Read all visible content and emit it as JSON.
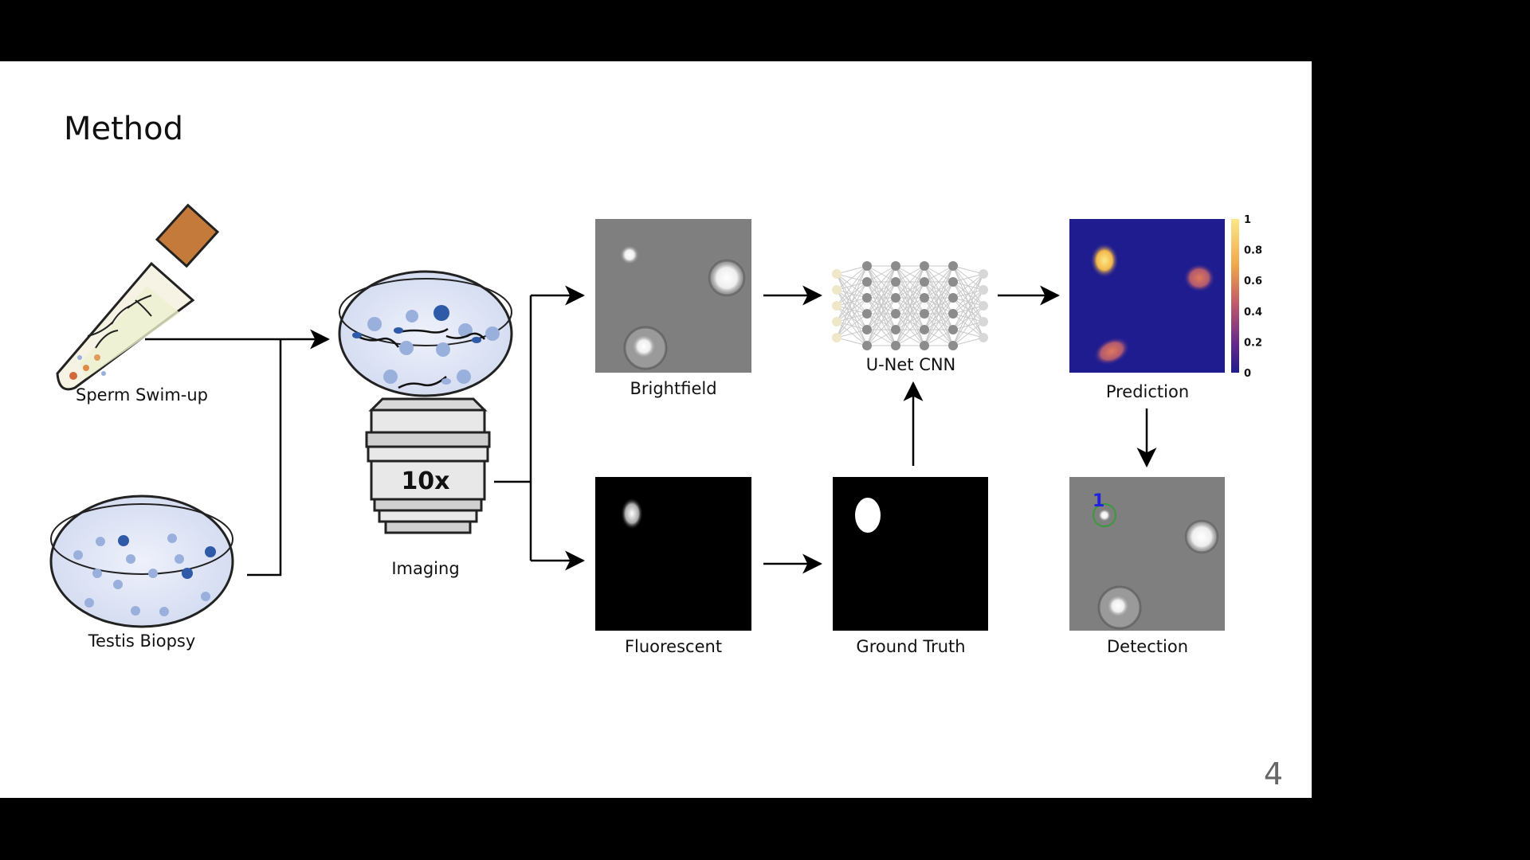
{
  "slide": {
    "title": "Method",
    "page_number": "4"
  },
  "labels": {
    "sperm_swim_up": "Sperm Swim-up",
    "testis_biopsy": "Testis Biopsy",
    "imaging": "Imaging",
    "objective": "10x",
    "brightfield": "Brightfield",
    "fluorescent": "Fluorescent",
    "unet": "U-Net CNN",
    "ground_truth": "Ground Truth",
    "prediction": "Prediction",
    "detection": "Detection",
    "detection_marker": "1"
  },
  "colorbar": {
    "ticks": [
      "1",
      "0.8",
      "0.6",
      "0.4",
      "0.2",
      "0"
    ]
  },
  "colors": {
    "tube_cap": "#c47a3a",
    "cell_blue": "#6d86c8",
    "dark_cell": "#2e5aa8",
    "prediction_bg": "#1f1c8f",
    "prediction_hot": "#f2c14a",
    "marker": "#2020e0"
  }
}
